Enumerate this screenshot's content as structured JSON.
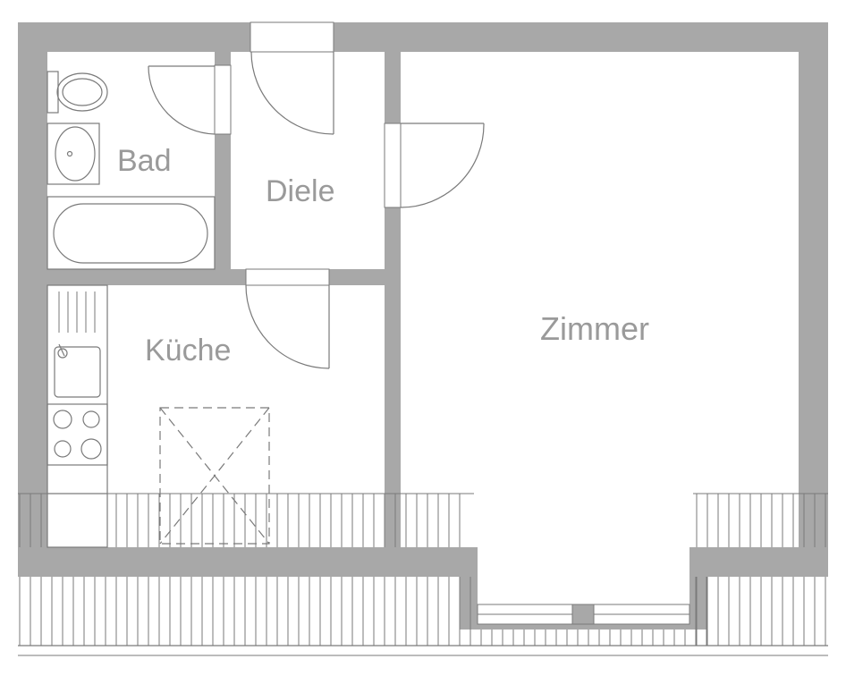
{
  "rooms": {
    "bad": "Bad",
    "diele": "Diele",
    "kueche": "Küche",
    "zimmer": "Zimmer"
  },
  "colors": {
    "wall": "#a8a8a8",
    "line": "#7a7a7a",
    "label": "#9a9a9a",
    "background": "#ffffff"
  }
}
